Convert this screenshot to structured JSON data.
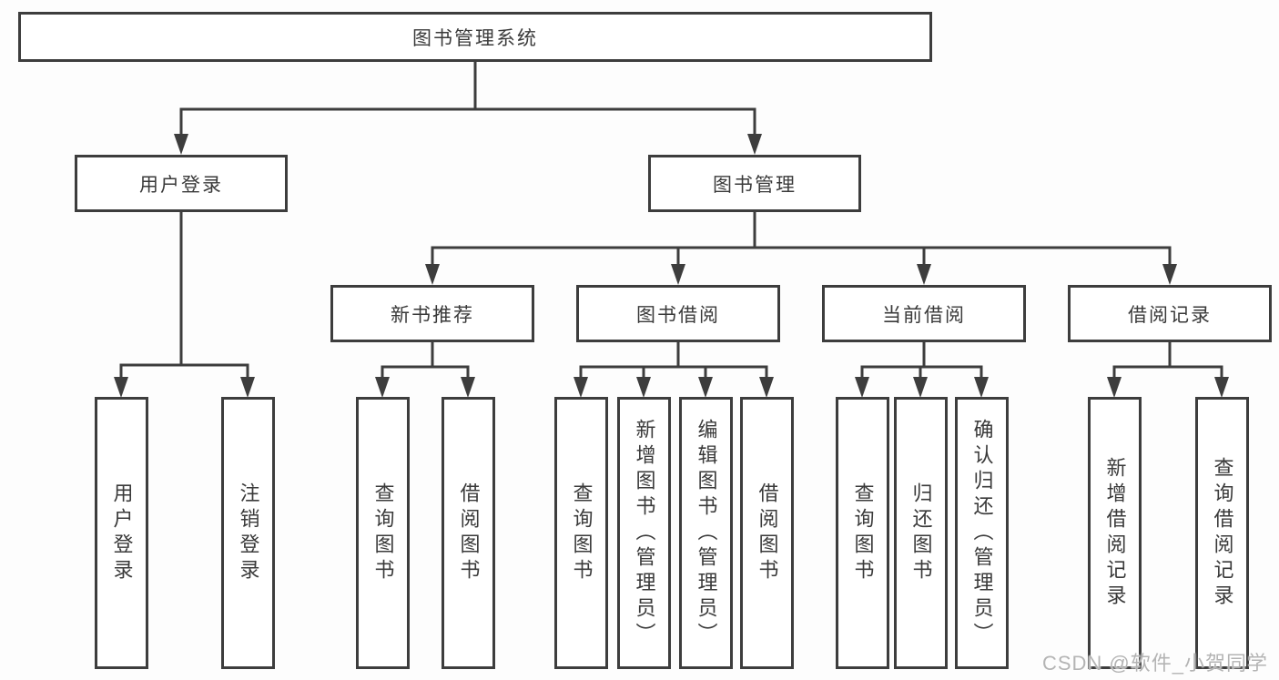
{
  "colors": {
    "line": "#3d3d3d",
    "box_border": "#3d3d3d",
    "text": "#3a3a3a",
    "background": "#fdfdfd",
    "watermark": "#acacac"
  },
  "tree": {
    "root": "图书管理系统",
    "branches": [
      {
        "label": "用户登录",
        "children": [
          "用户登录",
          "注销登录"
        ]
      },
      {
        "label": "图书管理",
        "groups": [
          {
            "label": "新书推荐",
            "children": [
              "查询图书",
              "借阅图书"
            ]
          },
          {
            "label": "图书借阅",
            "children": [
              "查询图书",
              "新增图书（管理员）",
              "编辑图书（管理员）",
              "借阅图书"
            ]
          },
          {
            "label": "当前借阅",
            "children": [
              "查询图书",
              "归还图书",
              "确认归还（管理员）"
            ]
          },
          {
            "label": "借阅记录",
            "children": [
              "新增借阅记录",
              "查询借阅记录"
            ]
          }
        ]
      }
    ]
  },
  "watermark": {
    "text": "CSDN @软件_小贺同学"
  }
}
